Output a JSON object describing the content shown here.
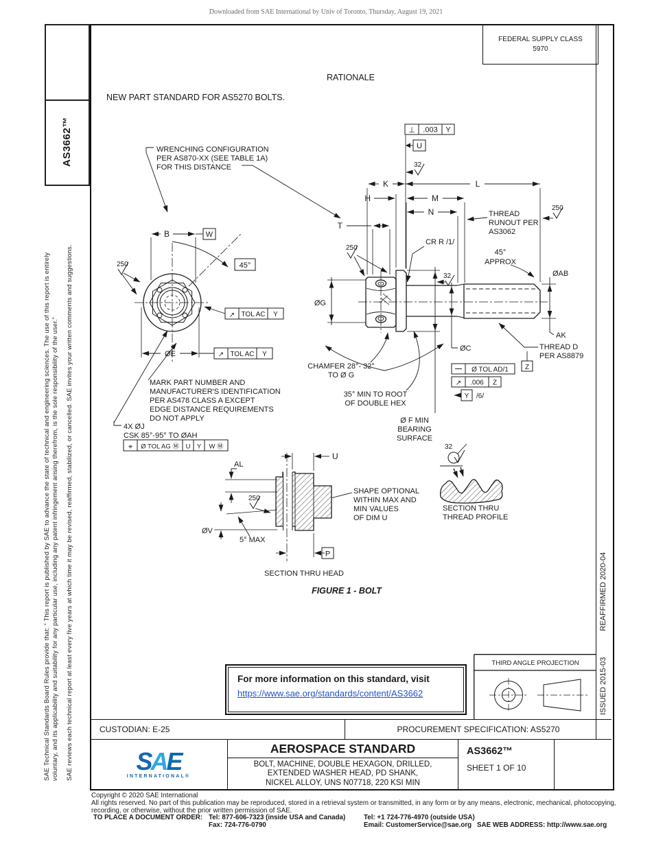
{
  "header": {
    "downloaded": "Downloaded from SAE International by Univ of Toronto, Thursday, August 19, 2021"
  },
  "sidebar": {
    "doc_code": "AS3662™",
    "legal_line1": "SAE Technical Standards Board Rules provide that: “ This report is published by SAE to advance the state of technical and engineering sciences. The use of this report is entirely",
    "legal_line2": "voluntary, and its applicability and suitability for any particular use, including any patent infringement arising therefrom, is the sole responsibility of the user.”",
    "legal_line3": "SAE reviews each technical report at least every five years at which time it may be revised, reaffirmed, stabilized, or cancelled. SAE invites your written comments and suggestions."
  },
  "right_edge": {
    "issued": "ISSUED 2015-03",
    "reaffirmed": "REAFFIRMED 2020-04"
  },
  "top": {
    "fsc_line1": "FEDERAL SUPPLY CLASS",
    "fsc_line2": "5970"
  },
  "rationale": {
    "title": "RATIONALE",
    "body": "NEW PART STANDARD FOR AS5270 BOLTS."
  },
  "figure": {
    "wrench1": "WRENCHING CONFIGURATION",
    "wrench2": "PER AS870-XX (SEE TABLE 1A)",
    "wrench3": "FOR THIS DISTANCE",
    "fcf_perp": "⊥",
    "fcf_val": ".003",
    "fcf_datum": "Y",
    "datum_u": "U",
    "fin32": "32",
    "fin250": "250",
    "dim_k": "K",
    "dim_l": "L",
    "dim_h": "H",
    "dim_m": "M",
    "dim_n": "N",
    "dim_t": "T",
    "dim_b": "B",
    "datum_w": "W",
    "deg45": "45°",
    "cr": "CR R /1/",
    "runout1": "THREAD",
    "runout2": "RUNOUT PER",
    "runout3": "AS3062",
    "approx1": "45°",
    "approx2": "APPROX",
    "dab": "ØAB",
    "ak": "AK",
    "dg": "ØG",
    "dc": "ØC",
    "de": "ØE",
    "threadd1": "THREAD D",
    "threadd2": "PER AS8879",
    "datum_z": "Z",
    "tolac_arrow": "↗",
    "tolac": "TOL AC",
    "tolac_datum": "Y",
    "fcf2": "Ø TOL AD/1",
    "fcf3_arrow": "↗",
    "fcf3_val": ".006",
    "fcf3_datum": "Z",
    "y6_datum": "Y",
    "y6": "/6/",
    "chamfer1": "CHAMFER 28°- 32°",
    "chamfer2": "TO Ø G",
    "hex1": "35° MIN TO ROOT",
    "hex2": "OF DOUBLE HEX",
    "fmin1": "Ø F MIN",
    "fmin2": "BEARING",
    "fmin3": "SURFACE",
    "mark1": "MARK PART NUMBER AND",
    "mark2": "MANUFACTURER'S IDENTIFICATION",
    "mark3": "PER AS478 CLASS A EXCEPT",
    "mark4": "EDGE DISTANCE REQUIREMENTS",
    "mark5": "DO NOT APPLY",
    "oj1": "4X ØJ",
    "oj2": "CSK 85°-95° TO ØAH",
    "pos_sym": "⌖",
    "pos1": "Ø TOL AG Ⓜ",
    "pos2": "U",
    "pos3": "Y",
    "pos4": "W Ⓜ",
    "dim_u": "U",
    "datum_p": "P",
    "al": "AL",
    "dv": "ØV",
    "max5": "5° MAX",
    "shape1": "SHAPE OPTIONAL",
    "shape2": "WITHIN MAX AND",
    "shape3": "MIN VALUES",
    "shape4": "OF DIM U",
    "sec_head": "SECTION THRU HEAD",
    "sec_thread1": "SECTION THRU",
    "sec_thread2": "THREAD PROFILE",
    "caption": "FIGURE 1 - BOLT"
  },
  "info_box": {
    "line1": "For more information on this standard, visit",
    "link": "https://www.sae.org/standards/content/AS3662"
  },
  "projection": {
    "title": "THIRD ANGLE PROJECTION"
  },
  "footer_bar": {
    "custodian": "CUSTODIAN: E-25",
    "procurement": "PROCUREMENT SPECIFICATION: AS5270"
  },
  "title_block": {
    "logo_s": "S",
    "logo_a": "A",
    "logo_e": "E",
    "logo_sub": "INTERNATIONAL®",
    "heading": "AEROSPACE STANDARD",
    "subtitle1": "BOLT, MACHINE, DOUBLE HEXAGON, DRILLED,",
    "subtitle2": "EXTENDED WASHER HEAD, PD SHANK,",
    "subtitle3": "NICKEL ALLOY, UNS N07718, 220 KSI MIN",
    "doc_number": "AS3662™",
    "sheet": "SHEET 1 OF 10"
  },
  "legal": {
    "copyright": "Copyright © 2020 SAE International",
    "rights1": "All rights reserved. No part of this publication may be reproduced, stored in a retrieval system or transmitted, in any form or by any means, electronic, mechanical, photocopying,",
    "rights2": "recording, or otherwise, without the prior written permission of SAE.",
    "order_label": "TO PLACE A DOCUMENT ORDER:",
    "tel_inside": "Tel: 877-606-7323 (inside USA and Canada)",
    "tel_outside": "Tel: +1 724-776-4970 (outside USA)",
    "fax": "Fax: 724-776-0790",
    "email": "Email: CustomerService@sae.org",
    "web": "SAE WEB ADDRESS: http://www.sae.org"
  },
  "colors": {
    "ink": "#1a1a1a",
    "link_blue": "#2353c8",
    "logo_dark": "#1766ad",
    "logo_light": "#2fa8e1",
    "logo_mid": "#0b6ab0"
  }
}
